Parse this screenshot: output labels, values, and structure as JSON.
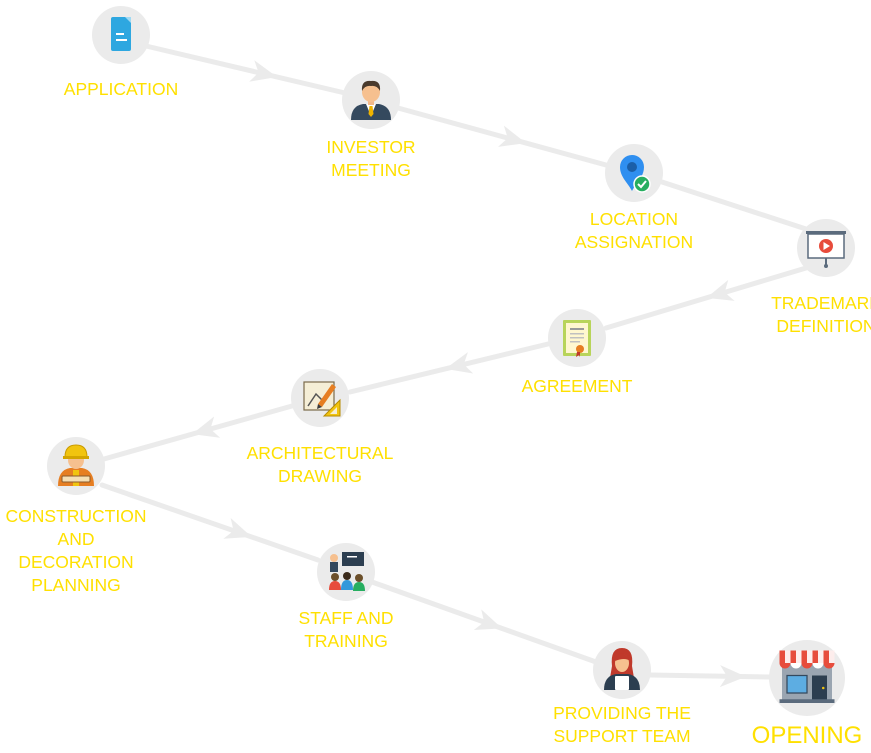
{
  "colors": {
    "label": "#ffe000",
    "connector": "#ebebeb",
    "node_background": "#ebebeb"
  },
  "steps": [
    {
      "id": "application",
      "lines": [
        "APPLICATION"
      ],
      "icon": "document-icon"
    },
    {
      "id": "investor-meeting",
      "lines": [
        "INVESTOR",
        "MEETING"
      ],
      "icon": "businessman-icon"
    },
    {
      "id": "location-assignation",
      "lines": [
        "LOCATION",
        "ASSIGNATION"
      ],
      "icon": "location-pin-check-icon"
    },
    {
      "id": "trademark-definition",
      "lines": [
        "TRADEMARK",
        "DEFINITION"
      ],
      "icon": "presentation-screen-icon"
    },
    {
      "id": "agreement",
      "lines": [
        "AGREEMENT"
      ],
      "icon": "certificate-icon"
    },
    {
      "id": "architectural-drawing",
      "lines": [
        "ARCHITECTURAL",
        "DRAWING"
      ],
      "icon": "blueprint-pencil-icon"
    },
    {
      "id": "construction-and-decoration-planning",
      "lines": [
        "CONSTRUCTION",
        "AND",
        "DECORATION",
        "PLANNING"
      ],
      "icon": "construction-worker-icon"
    },
    {
      "id": "staff-and-training",
      "lines": [
        "STAFF AND",
        "TRAINING"
      ],
      "icon": "classroom-training-icon"
    },
    {
      "id": "providing-the-support-team",
      "lines": [
        "PROVIDING THE",
        "SUPPORT TEAM"
      ],
      "icon": "support-woman-icon"
    },
    {
      "id": "opening",
      "lines": [
        "OPENING"
      ],
      "icon": "storefront-icon"
    }
  ]
}
